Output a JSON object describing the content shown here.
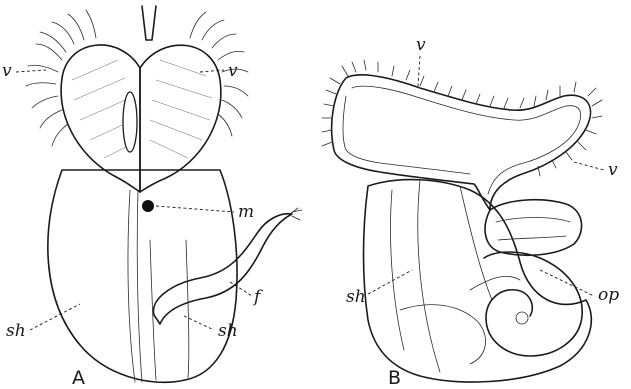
{
  "figure": {
    "panel_a": {
      "letter": "A",
      "labels": {
        "velum_left": "v",
        "velum_right": "v",
        "mouth": "m",
        "foot": "f",
        "shell_left": "sh",
        "shell_right": "sh"
      }
    },
    "panel_b": {
      "letter": "B",
      "labels": {
        "velum_top": "v",
        "velum_right": "v",
        "shell": "sh",
        "operculum": "op"
      }
    }
  },
  "colors": {
    "ink": "#1b1b1b",
    "background": "#ffffff"
  }
}
